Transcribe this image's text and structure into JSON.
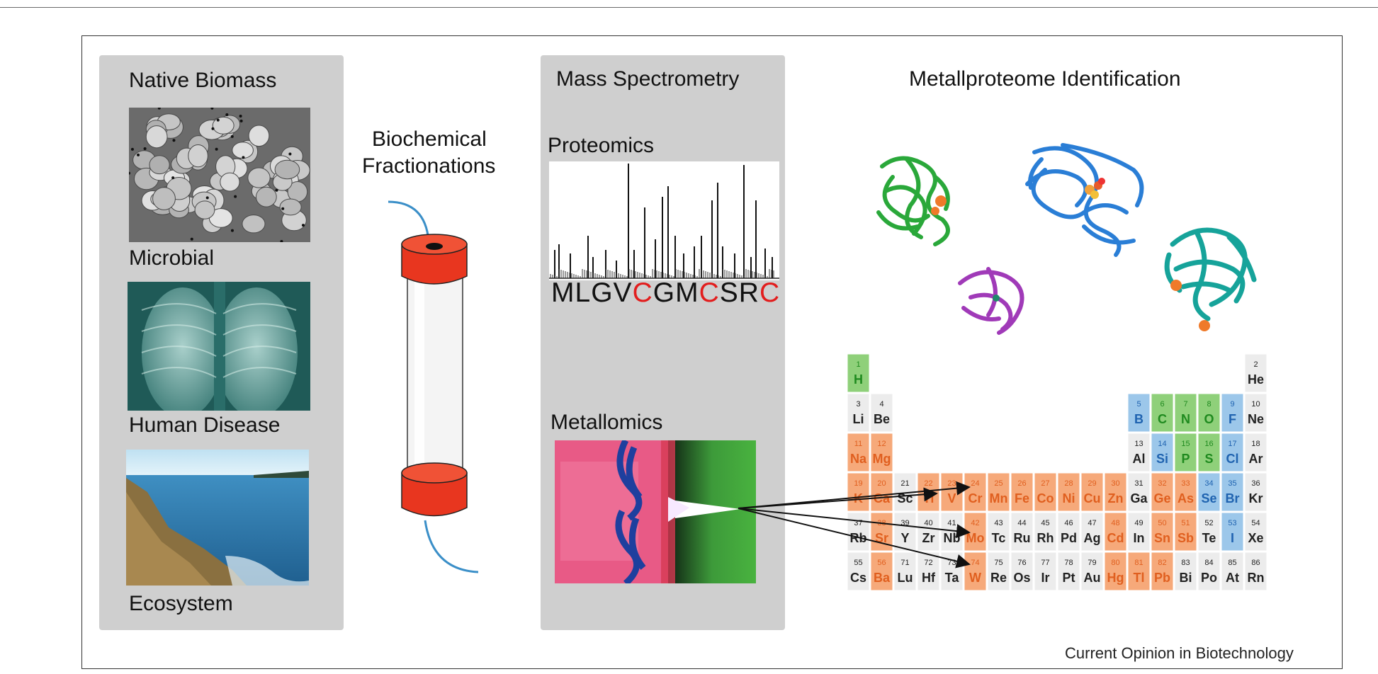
{
  "panels": {
    "native_biomass": {
      "title": "Native Biomass",
      "items": [
        {
          "label": "Microbial"
        },
        {
          "label": "Human Disease"
        },
        {
          "label": "Ecosystem"
        }
      ]
    },
    "fractionation": {
      "title_line1": "Biochemical",
      "title_line2": "Fractionations"
    },
    "mass_spec": {
      "title": "Mass Spectrometry",
      "proteomics": "Proteomics",
      "metallomics": "Metallomics",
      "sequence": [
        {
          "ch": "M",
          "hl": false
        },
        {
          "ch": "L",
          "hl": false
        },
        {
          "ch": "G",
          "hl": false
        },
        {
          "ch": "V",
          "hl": false
        },
        {
          "ch": "C",
          "hl": true
        },
        {
          "ch": "G",
          "hl": false
        },
        {
          "ch": "M",
          "hl": false
        },
        {
          "ch": "C",
          "hl": true
        },
        {
          "ch": "S",
          "hl": false
        },
        {
          "ch": "R",
          "hl": false
        },
        {
          "ch": "C",
          "hl": true
        }
      ]
    },
    "metalloproteome": {
      "title": "Metallproteome Identification"
    }
  },
  "colors": {
    "metal": "#f6a97a",
    "metal_text": "#e05f1f",
    "nonmetal": "#8fd07a",
    "nonmetal_text": "#1f8a1f",
    "metalloid": "#9cc7ea",
    "metalloid_text": "#1f63b0",
    "other": "#ececec",
    "other_text": "#222222",
    "highlight_red": "#e21d1d"
  },
  "periodic_table": [
    {
      "r": 1,
      "c": 1,
      "n": "1",
      "s": "H",
      "t": "nonmetal"
    },
    {
      "r": 1,
      "c": 18,
      "n": "2",
      "s": "He",
      "t": "other"
    },
    {
      "r": 2,
      "c": 1,
      "n": "3",
      "s": "Li",
      "t": "other"
    },
    {
      "r": 2,
      "c": 2,
      "n": "4",
      "s": "Be",
      "t": "other"
    },
    {
      "r": 2,
      "c": 13,
      "n": "5",
      "s": "B",
      "t": "metalloid"
    },
    {
      "r": 2,
      "c": 14,
      "n": "6",
      "s": "C",
      "t": "nonmetal"
    },
    {
      "r": 2,
      "c": 15,
      "n": "7",
      "s": "N",
      "t": "nonmetal"
    },
    {
      "r": 2,
      "c": 16,
      "n": "8",
      "s": "O",
      "t": "nonmetal"
    },
    {
      "r": 2,
      "c": 17,
      "n": "9",
      "s": "F",
      "t": "metalloid"
    },
    {
      "r": 2,
      "c": 18,
      "n": "10",
      "s": "Ne",
      "t": "other"
    },
    {
      "r": 3,
      "c": 1,
      "n": "11",
      "s": "Na",
      "t": "metal"
    },
    {
      "r": 3,
      "c": 2,
      "n": "12",
      "s": "Mg",
      "t": "metal"
    },
    {
      "r": 3,
      "c": 13,
      "n": "13",
      "s": "Al",
      "t": "other"
    },
    {
      "r": 3,
      "c": 14,
      "n": "14",
      "s": "Si",
      "t": "metalloid"
    },
    {
      "r": 3,
      "c": 15,
      "n": "15",
      "s": "P",
      "t": "nonmetal"
    },
    {
      "r": 3,
      "c": 16,
      "n": "16",
      "s": "S",
      "t": "nonmetal"
    },
    {
      "r": 3,
      "c": 17,
      "n": "17",
      "s": "Cl",
      "t": "metalloid"
    },
    {
      "r": 3,
      "c": 18,
      "n": "18",
      "s": "Ar",
      "t": "other"
    },
    {
      "r": 4,
      "c": 1,
      "n": "19",
      "s": "K",
      "t": "metal"
    },
    {
      "r": 4,
      "c": 2,
      "n": "20",
      "s": "Ca",
      "t": "metal"
    },
    {
      "r": 4,
      "c": 3,
      "n": "21",
      "s": "Sc",
      "t": "other"
    },
    {
      "r": 4,
      "c": 4,
      "n": "22",
      "s": "Ti",
      "t": "metal"
    },
    {
      "r": 4,
      "c": 5,
      "n": "23",
      "s": "V",
      "t": "metal"
    },
    {
      "r": 4,
      "c": 6,
      "n": "24",
      "s": "Cr",
      "t": "metal"
    },
    {
      "r": 4,
      "c": 7,
      "n": "25",
      "s": "Mn",
      "t": "metal"
    },
    {
      "r": 4,
      "c": 8,
      "n": "26",
      "s": "Fe",
      "t": "metal"
    },
    {
      "r": 4,
      "c": 9,
      "n": "27",
      "s": "Co",
      "t": "metal"
    },
    {
      "r": 4,
      "c": 10,
      "n": "28",
      "s": "Ni",
      "t": "metal"
    },
    {
      "r": 4,
      "c": 11,
      "n": "29",
      "s": "Cu",
      "t": "metal"
    },
    {
      "r": 4,
      "c": 12,
      "n": "30",
      "s": "Zn",
      "t": "metal"
    },
    {
      "r": 4,
      "c": 13,
      "n": "31",
      "s": "Ga",
      "t": "other"
    },
    {
      "r": 4,
      "c": 14,
      "n": "32",
      "s": "Ge",
      "t": "metal"
    },
    {
      "r": 4,
      "c": 15,
      "n": "33",
      "s": "As",
      "t": "metal"
    },
    {
      "r": 4,
      "c": 16,
      "n": "34",
      "s": "Se",
      "t": "metalloid"
    },
    {
      "r": 4,
      "c": 17,
      "n": "35",
      "s": "Br",
      "t": "metalloid"
    },
    {
      "r": 4,
      "c": 18,
      "n": "36",
      "s": "Kr",
      "t": "other"
    },
    {
      "r": 5,
      "c": 1,
      "n": "37",
      "s": "Rb",
      "t": "other"
    },
    {
      "r": 5,
      "c": 2,
      "n": "38",
      "s": "Sr",
      "t": "metal"
    },
    {
      "r": 5,
      "c": 3,
      "n": "39",
      "s": "Y",
      "t": "other"
    },
    {
      "r": 5,
      "c": 4,
      "n": "40",
      "s": "Zr",
      "t": "other"
    },
    {
      "r": 5,
      "c": 5,
      "n": "41",
      "s": "Nb",
      "t": "other"
    },
    {
      "r": 5,
      "c": 6,
      "n": "42",
      "s": "Mo",
      "t": "metal"
    },
    {
      "r": 5,
      "c": 7,
      "n": "43",
      "s": "Tc",
      "t": "other"
    },
    {
      "r": 5,
      "c": 8,
      "n": "44",
      "s": "Ru",
      "t": "other"
    },
    {
      "r": 5,
      "c": 9,
      "n": "45",
      "s": "Rh",
      "t": "other"
    },
    {
      "r": 5,
      "c": 10,
      "n": "46",
      "s": "Pd",
      "t": "other"
    },
    {
      "r": 5,
      "c": 11,
      "n": "47",
      "s": "Ag",
      "t": "other"
    },
    {
      "r": 5,
      "c": 12,
      "n": "48",
      "s": "Cd",
      "t": "metal"
    },
    {
      "r": 5,
      "c": 13,
      "n": "49",
      "s": "In",
      "t": "other"
    },
    {
      "r": 5,
      "c": 14,
      "n": "50",
      "s": "Sn",
      "t": "metal"
    },
    {
      "r": 5,
      "c": 15,
      "n": "51",
      "s": "Sb",
      "t": "metal"
    },
    {
      "r": 5,
      "c": 16,
      "n": "52",
      "s": "Te",
      "t": "other"
    },
    {
      "r": 5,
      "c": 17,
      "n": "53",
      "s": "I",
      "t": "metalloid"
    },
    {
      "r": 5,
      "c": 18,
      "n": "54",
      "s": "Xe",
      "t": "other"
    },
    {
      "r": 6,
      "c": 1,
      "n": "55",
      "s": "Cs",
      "t": "other"
    },
    {
      "r": 6,
      "c": 2,
      "n": "56",
      "s": "Ba",
      "t": "metal"
    },
    {
      "r": 6,
      "c": 3,
      "n": "71",
      "s": "Lu",
      "t": "other"
    },
    {
      "r": 6,
      "c": 4,
      "n": "72",
      "s": "Hf",
      "t": "other"
    },
    {
      "r": 6,
      "c": 5,
      "n": "73",
      "s": "Ta",
      "t": "other"
    },
    {
      "r": 6,
      "c": 6,
      "n": "74",
      "s": "W",
      "t": "metal"
    },
    {
      "r": 6,
      "c": 7,
      "n": "75",
      "s": "Re",
      "t": "other"
    },
    {
      "r": 6,
      "c": 8,
      "n": "76",
      "s": "Os",
      "t": "other"
    },
    {
      "r": 6,
      "c": 9,
      "n": "77",
      "s": "Ir",
      "t": "other"
    },
    {
      "r": 6,
      "c": 10,
      "n": "78",
      "s": "Pt",
      "t": "other"
    },
    {
      "r": 6,
      "c": 11,
      "n": "79",
      "s": "Au",
      "t": "other"
    },
    {
      "r": 6,
      "c": 12,
      "n": "80",
      "s": "Hg",
      "t": "metal"
    },
    {
      "r": 6,
      "c": 13,
      "n": "81",
      "s": "Tl",
      "t": "metal"
    },
    {
      "r": 6,
      "c": 14,
      "n": "82",
      "s": "Pb",
      "t": "metal"
    },
    {
      "r": 6,
      "c": 15,
      "n": "83",
      "s": "Bi",
      "t": "other"
    },
    {
      "r": 6,
      "c": 16,
      "n": "84",
      "s": "Po",
      "t": "other"
    },
    {
      "r": 6,
      "c": 17,
      "n": "85",
      "s": "At",
      "t": "other"
    },
    {
      "r": 6,
      "c": 18,
      "n": "86",
      "s": "Rn",
      "t": "other"
    }
  ],
  "credit": "Current Opinion in Biotechnology"
}
